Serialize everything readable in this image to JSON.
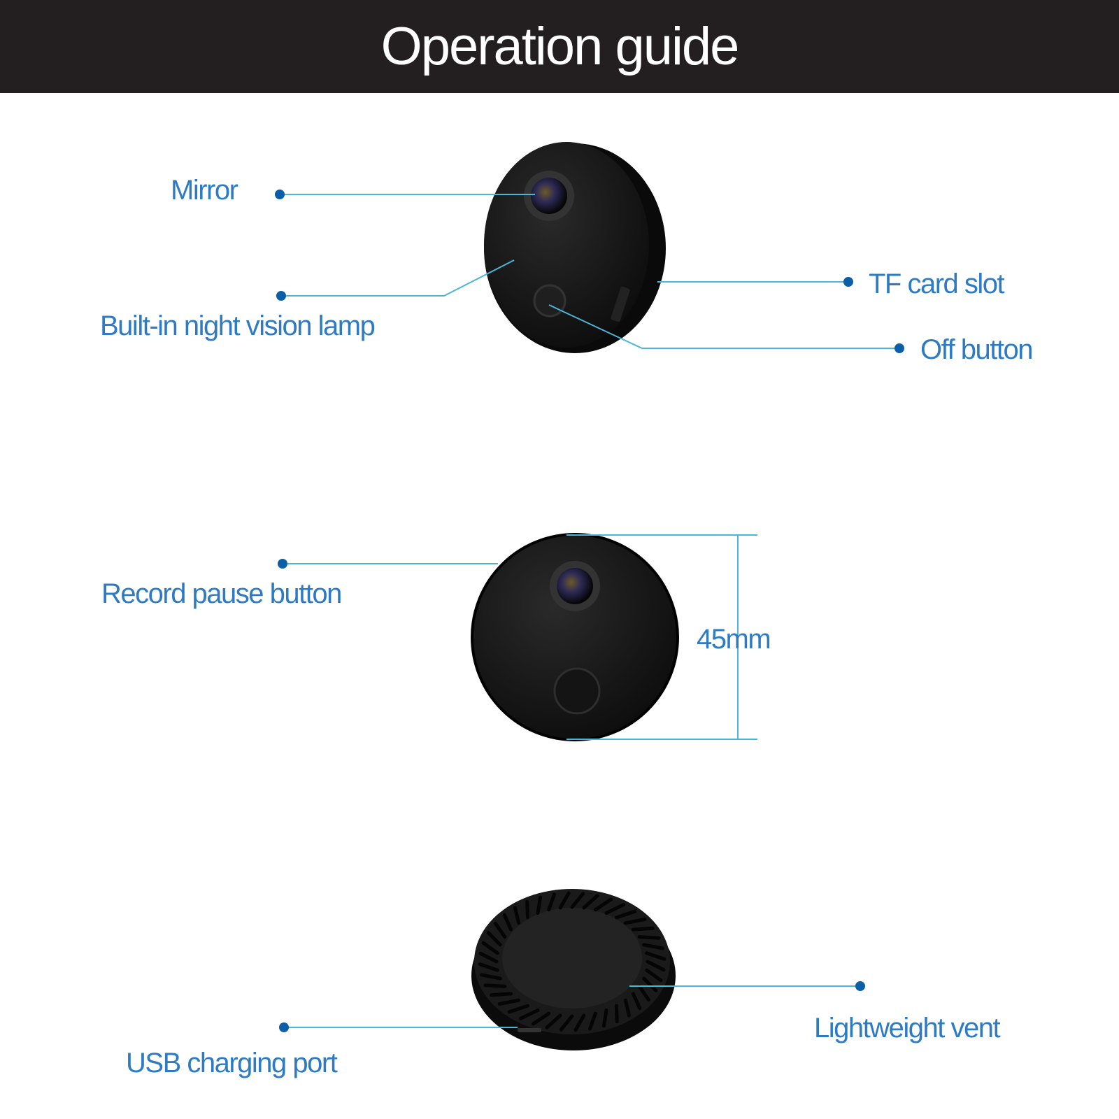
{
  "title": "Operation guide",
  "labels": {
    "mirror": "Mirror",
    "night_vision": "Built-in night vision lamp",
    "tf_card": "TF card slot",
    "off_button": "Off button",
    "record_pause": "Record pause button",
    "dimension": "45mm",
    "vent": "Lightweight vent",
    "usb": "USB charging port"
  },
  "colors": {
    "header_bg": "#231f20",
    "label": "#2e7bc4",
    "leader_line": "#4bb6d8",
    "dot": "#0b5fa8",
    "device": "#151515"
  }
}
